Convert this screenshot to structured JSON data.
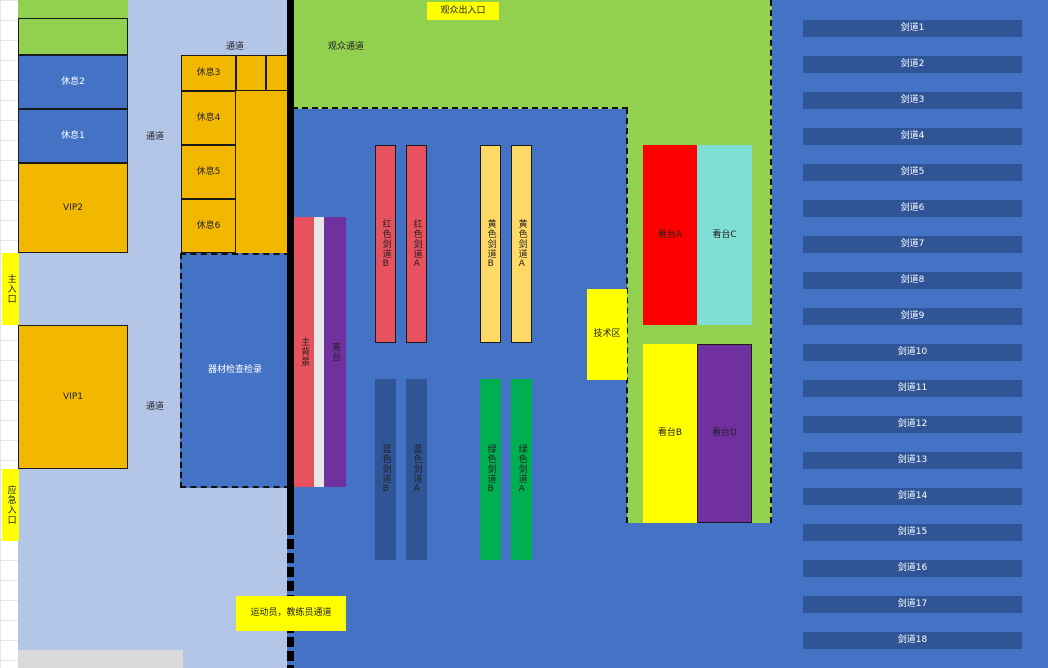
{
  "zones": {
    "audience_exit": "观众出入口",
    "audience_passage": "观众通道",
    "passage_top": "通道",
    "passage_mid": "通道",
    "passage_low": "通道",
    "rest_1": "休息1",
    "rest_2": "休息2",
    "rest_3": "休息3",
    "rest_4": "休息4",
    "rest_5": "休息5",
    "rest_6": "休息6",
    "vip_1": "VIP1",
    "vip_2": "VIP2",
    "main_entrance": "主入口",
    "emergency_entrance": "应急入口",
    "equipment_check": "器材检查检录",
    "main_backdrop": "主背景",
    "stage": "离台",
    "tech_area": "技术区",
    "athlete_coach_passage": "运动员，教练员通道"
  },
  "pistes_center": {
    "red_b": "红色剑道B",
    "red_a": "红色剑道A",
    "yellow_b": "黄色剑道B",
    "yellow_a": "黄色剑道A",
    "blue_b": "蓝色剑道B",
    "blue_a": "蓝色剑道A",
    "green_b": "绿色剑道B",
    "green_a": "绿色剑道A"
  },
  "stands": {
    "a": "看台A",
    "b": "看台B",
    "c": "看台C",
    "d": "看台D"
  },
  "pistes_right": [
    "剑道1",
    "剑道2",
    "剑道3",
    "剑道4",
    "剑道5",
    "剑道6",
    "剑道7",
    "剑道8",
    "剑道9",
    "剑道10",
    "剑道11",
    "剑道12",
    "剑道13",
    "剑道14",
    "剑道15",
    "剑道16",
    "剑道17",
    "剑道18"
  ],
  "colors": {
    "light_blue": "#b4c6e7",
    "green": "#92d050",
    "blue": "#4472c4",
    "dark_blue": "#2f5597",
    "orange": "#f2b800",
    "yellow": "#ffff00",
    "red": "#ff0000",
    "teal": "#7fdfd5",
    "purple": "#7030a0",
    "piste_red": "#e6525e",
    "piste_yellow": "#ffd966",
    "piste_blue": "#2f5597",
    "piste_green": "#00b050"
  }
}
